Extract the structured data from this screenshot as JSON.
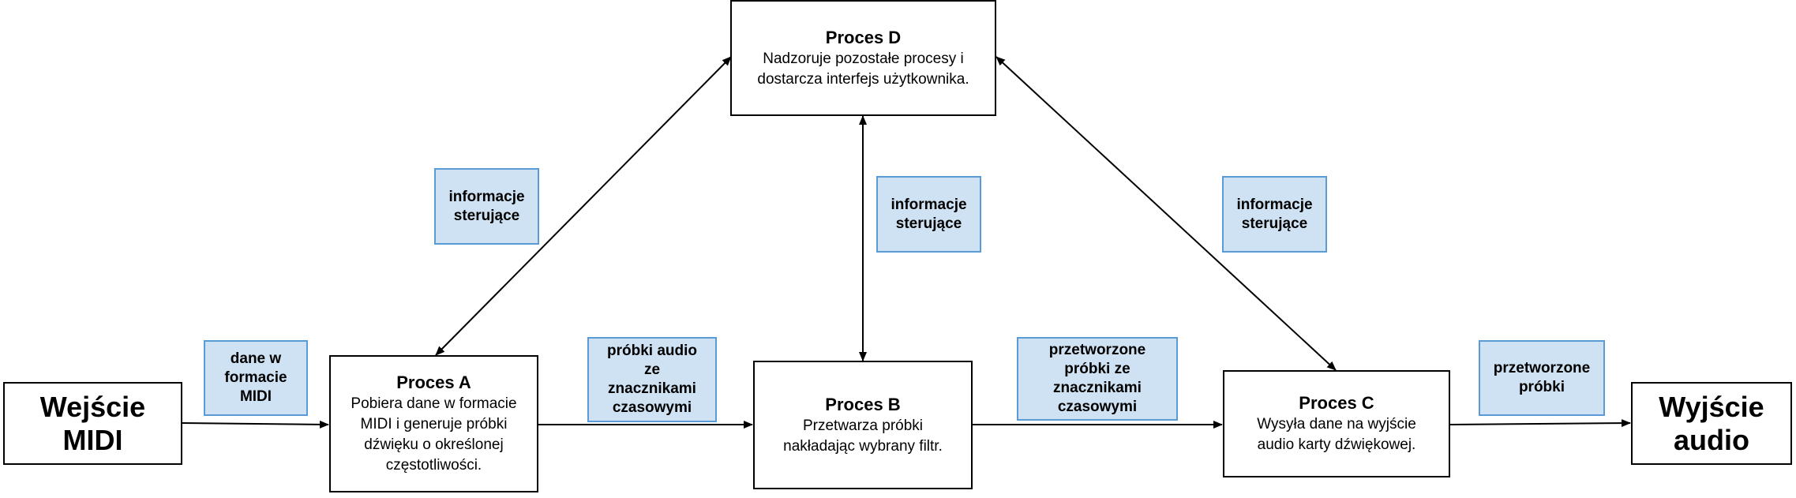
{
  "processes": {
    "d": {
      "title": "Proces D",
      "desc": "Nadzoruje pozostałe procesy i\ndostarcza interfejs użytkownika."
    },
    "a": {
      "title": "Proces A",
      "desc": "Pobiera dane w formacie\nMIDI i generuje próbki\ndźwięku o określonej\nczęstotliwości."
    },
    "b": {
      "title": "Proces B",
      "desc": "Przetwarza próbki\nnakładając wybrany filtr."
    },
    "c": {
      "title": "Proces C",
      "desc": "Wysyła dane na wyjście\naudio karty dźwiękowej."
    }
  },
  "io": {
    "input": "Wejście\nMIDI",
    "output": "Wyjście\naudio"
  },
  "labels": {
    "midi_data": "dane w\nformacie\nMIDI",
    "samples_timestamps": "próbki audio\nze\nznacznikami\nczasowymi",
    "processed_timestamps": "przetworzone\npróbki ze\nznacznikami\nczasowymi",
    "processed_samples": "przetworzone\npróbki",
    "control_ad": "informacje\nsterujące",
    "control_bd": "informacje\nsterujące",
    "control_cd": "informacje\nsterujące"
  }
}
